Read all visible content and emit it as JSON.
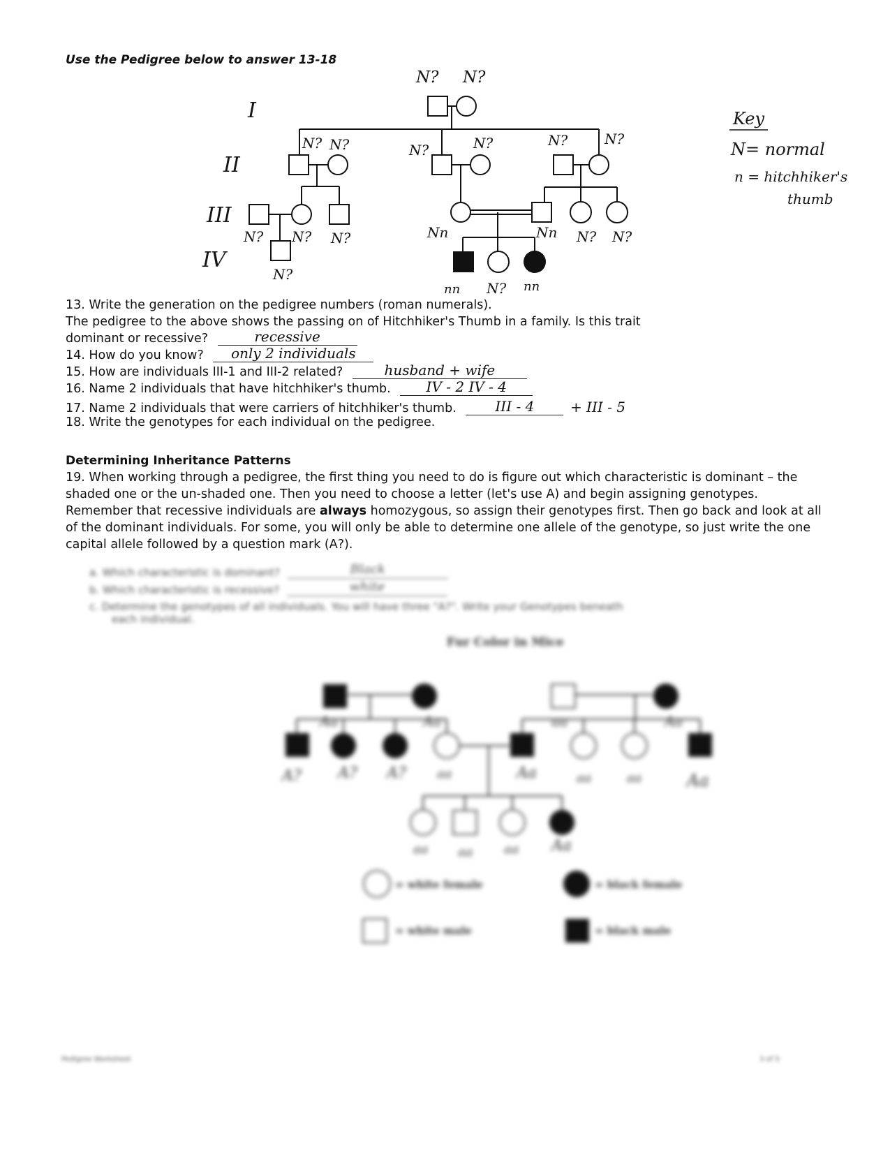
{
  "header": {
    "title": "Use the Pedigree below to answer 13-18"
  },
  "pedigree1": {
    "generations": [
      "I",
      "II",
      "III",
      "IV"
    ],
    "gen1_labels": [
      "N?",
      "N?"
    ],
    "gen2_labels": [
      "N?",
      "N?",
      "N?",
      "N?",
      "N?",
      "N?"
    ],
    "gen3_labels": [
      "N?",
      "N?",
      "N?",
      "Nn",
      "Nn",
      "N?",
      "N?"
    ],
    "gen4_left_label": "N?",
    "gen4_children_labels": [
      "nn",
      "N?",
      "nn"
    ]
  },
  "key": {
    "title": "Key",
    "line1": "N= normal",
    "line2": "n = hitchhiker's",
    "line3": "thumb"
  },
  "questions": {
    "q13": "13. Write the generation on the pedigree numbers (roman numerals).",
    "intro_line1": "The pedigree to the above shows the passing on of Hitchhiker's Thumb in a family.  Is this trait",
    "intro_line2": "dominant or recessive?",
    "intro_answer": "recessive",
    "q14": "14. How do you know?",
    "q14_answer": "only 2 individuals",
    "q15": "15. How are individuals III-1 and III-2 related?",
    "q15_answer": "husband + wife",
    "q16": "16. Name 2 individuals that have hitchhiker's thumb.",
    "q16_answer": "IV - 2   IV - 4",
    "q17": "17. Name 2 individuals that were carriers of hitchhiker's thumb.",
    "q17_answer": "III - 4",
    "q17_answer_extra": "+  III - 5",
    "q18": "18. Write the genotypes for each individual on the pedigree."
  },
  "section": {
    "title": "Determining Inheritance Patterns",
    "p_before_bold": "19. When working through a pedigree, the first thing you need to do is figure out which characteristic is dominant – the shaded one or the un-shaded one. Then you need to choose a letter (let's use A) and begin assigning genotypes. Remember that recessive individuals are ",
    "p_bold": "always",
    "p_after_bold": " homozygous, so assign their genotypes first. Then go back and look at all of the dominant individuals. For some, you will only be able to determine one allele of the genotype, so just write the one capital allele followed by a question mark (A?)."
  },
  "subquestions": {
    "a": "a.   Which characteristic is dominant?",
    "a_answer": "Black",
    "b": "b.   Which characteristic is recessive?",
    "b_answer": "white",
    "c_line1": "c.   Determine the genotypes of all individuals. You will have three \"A?\". Write your Genotypes beneath",
    "c_line2": "each individual."
  },
  "pedigree2": {
    "title": "Fur Color in Mice",
    "gen1_labels": [
      "Aa",
      "Aa",
      "aa",
      "Aa"
    ],
    "gen2_labels": [
      "A?",
      "A?",
      "A?",
      "aa",
      "Aa",
      "aa",
      "aa",
      "Aa"
    ],
    "gen3_labels": [
      "aa",
      "aa",
      "aa",
      "Aa"
    ]
  },
  "legend": {
    "white_female": "= white female",
    "black_female": "= black female",
    "white_male": "= white male",
    "black_male": "= black male"
  },
  "footer": {
    "left": "Pedigree Worksheet",
    "right": "3 of 5"
  }
}
